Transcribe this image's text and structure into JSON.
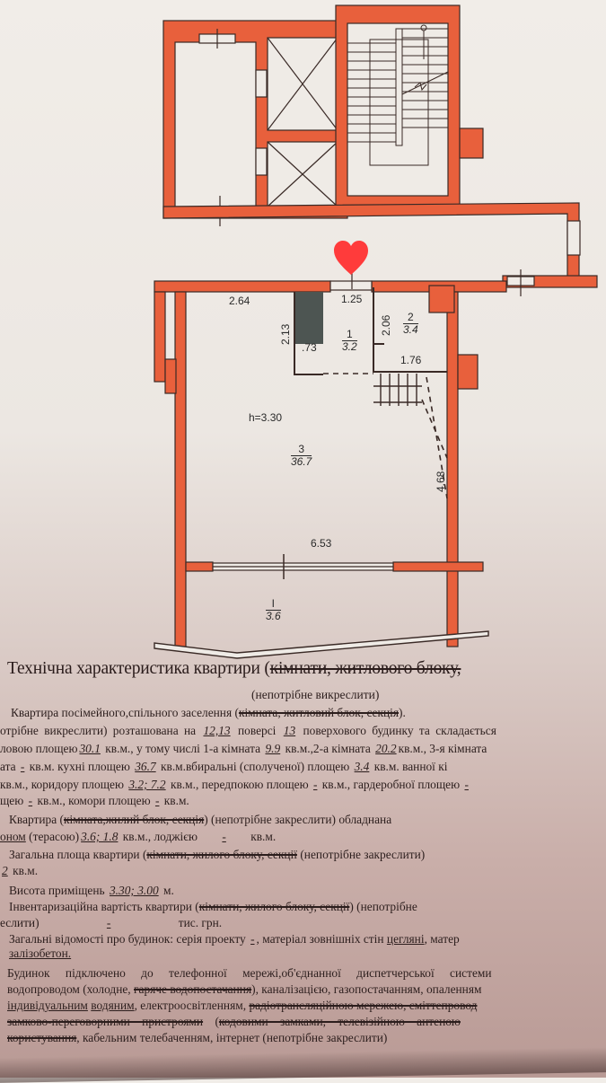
{
  "plan": {
    "colors": {
      "wall": "#e8603c",
      "wall_outline": "#3a2a26",
      "paper": "#efebe6",
      "closet": "#4d5552",
      "heart": "#ff3b3b"
    },
    "dimensions": {
      "top_left": "2.64",
      "top_middle": "1.25",
      "closet_height": "2.13",
      "closet_width": ".73",
      "bath_height": "2.06",
      "bath_width": "1.76",
      "right_wall": "4.68",
      "bottom_width": "6.53",
      "ceiling_height": "h=3.30"
    },
    "rooms": [
      {
        "number": "1",
        "area": "3.2"
      },
      {
        "number": "2",
        "area": "3.4"
      },
      {
        "number": "3",
        "area": "36.7"
      },
      {
        "number": "I",
        "area": "3.6"
      }
    ],
    "marker_icon": "heart-icon"
  },
  "document": {
    "title_main": "Технічна характеристика квартири (",
    "title_struck": "кімнати, житлового блоку,",
    "subtitle": "(непотрібне викреслити)",
    "lines": {
      "l1_a": "Квартира посімейного,спільного заселення (",
      "l1_struck": "кімната, житловий блок, секція",
      "l1_b": ").",
      "l2_a": "отрібне викреслити) розташована на",
      "l2_floor": "12,13",
      "l2_b": "поверсі",
      "l2_floors_total": "13",
      "l2_c": "поверхового будинку та складається",
      "l3_a": "ловою площею",
      "l3_living": "30.1",
      "l3_b": "кв.м., у тому числі 1-а кімната",
      "l3_room1": "9.9",
      "l3_c": "кв.м.,2-а кімната",
      "l3_room2": "20.2",
      "l3_d": "кв.м., 3-я кімната",
      "l4_a": "ата",
      "l4_room3": "-",
      "l4_b": "кв.м. кухні площею",
      "l4_kitchen": "36.7",
      "l4_c": "кв.м.вбиральні (сполученої) площею",
      "l4_toilet": "3.4",
      "l4_d": "кв.м. ванної кі",
      "l5_a": "кв.м., коридору площею",
      "l5_corridor": "3.2; 7.2",
      "l5_b": "кв.м., передпокою площею",
      "l5_hall": "-",
      "l5_c": "кв.м., гардеробної площею",
      "l5_wardrobe": "-",
      "l6_a": "щею",
      "l6_val1": "-",
      "l6_b": "кв.м., комори площею",
      "l6_storage": "-",
      "l6_c": "кв.м.",
      "l7_a": "Квартира (",
      "l7_struck": "кімната,жилий блок, секція",
      "l7_b": ") (непотрібне закреслити) обладнана",
      "l8_a": "оном",
      "l8_b": "(терасою)",
      "l8_balcony": "3.6; 1.8",
      "l8_c": "кв.м., лоджією",
      "l8_loggia": "-",
      "l8_d": "кв.м.",
      "l9_a": "Загальна площа квартири (",
      "l9_struck": "кімнати, жилого блоку, секції",
      "l9_b": "(непотрібне закреслити)",
      "l10_total": "2",
      "l10_a": "кв.м.",
      "l11_a": "Висота приміщень",
      "l11_height": "3.30; 3.00",
      "l11_b": "м.",
      "l12_a": "Інвентаризаційна вартість квартири (",
      "l12_struck": "кімнати, жилого блоку, секції",
      "l12_b": ") (непотрібне",
      "l13_a": "еслити)",
      "l13_value": "-",
      "l13_b": "тис. грн.",
      "l14_a": "Загальні відомості про будинок: серія проекту",
      "l14_series": "-",
      "l14_b": ", матеріал зовнішніх стін",
      "l14_material": "цегляні",
      "l14_c": ", матер",
      "l15_a": "залізобетон.",
      "l16_a": "Будинок підключено до телефонної мережі,об'єднанної диспетчерської системи",
      "l17_a": "водопроводом (холодне,",
      "l17_struck": "гаряче водопостачання",
      "l17_b": "), каналізацією, газопостачанням, опаленням",
      "l18_a": "індивідуальним",
      "l18_b": "водяним",
      "l18_c": ", електроосвітленням,",
      "l18_struck": "радіотрансляційною мережею, сміттепровод",
      "l19_struck1": "замково-переговорними пристроями",
      "l19_a": "(",
      "l19_struck2": "кодовими замками, телевізійною антеною",
      "l20_struck": "користування",
      "l20_a": ", кабельним телебаченням, інтернет (непотрібне закреслити)"
    }
  }
}
